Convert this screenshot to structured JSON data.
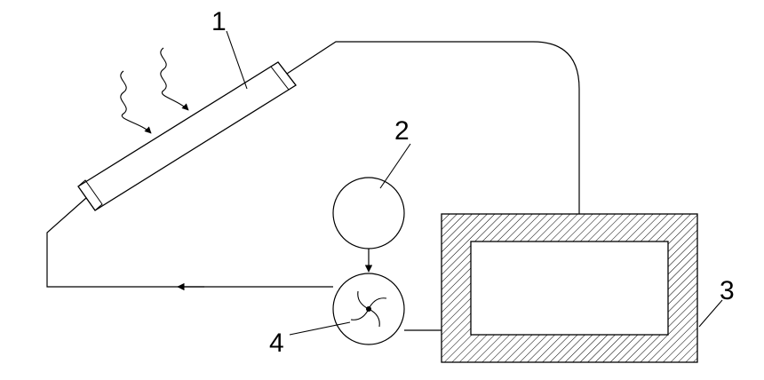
{
  "labels": {
    "collector": "1",
    "tank": "2",
    "storage": "3",
    "pump": "4"
  },
  "colors": {
    "line": "#000000",
    "background": "#ffffff"
  }
}
